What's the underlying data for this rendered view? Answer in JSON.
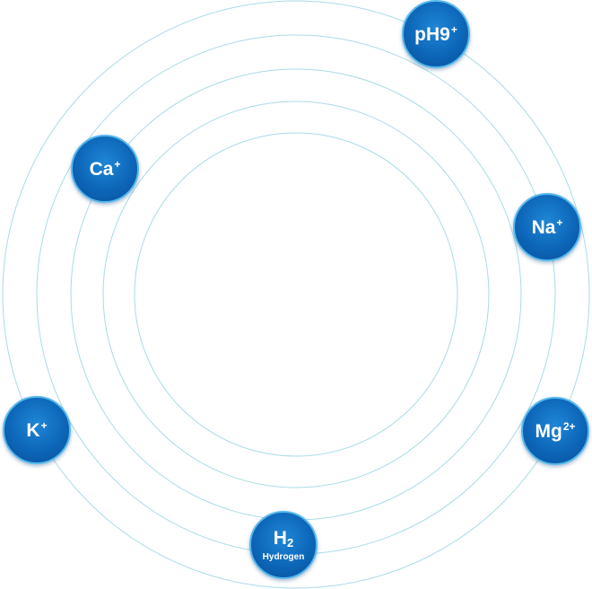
{
  "colors": {
    "ring": "#a9dbe6",
    "bubble": "#0d66b8",
    "bubble_border": "#56b8ec"
  },
  "bubbles": [
    {
      "id": "ph9",
      "symbol": "pH9",
      "superscript": "+"
    },
    {
      "id": "calcium",
      "symbol": "Ca",
      "superscript": "+"
    },
    {
      "id": "sodium",
      "symbol": "Na",
      "superscript": "+"
    },
    {
      "id": "potassium",
      "symbol": "K",
      "superscript": "+"
    },
    {
      "id": "magnesium",
      "symbol": "Mg",
      "superscript": "2+"
    },
    {
      "id": "hydrogen",
      "symbol": "H",
      "subscript": "2",
      "label": "Hydrogen"
    }
  ]
}
